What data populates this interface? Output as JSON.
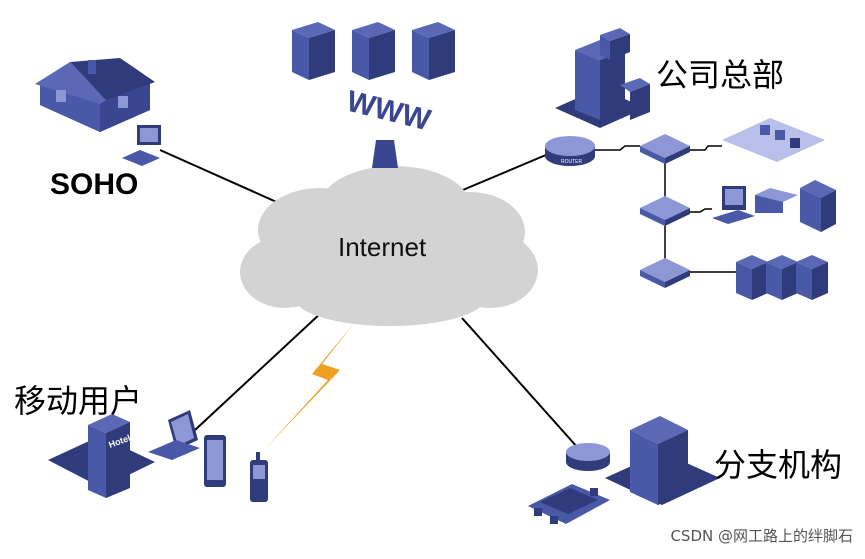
{
  "labels": {
    "soho": "SOHO",
    "internet": "Internet",
    "headquarters": "公司总部",
    "mobile_user": "移动用户",
    "branch": "分支机构",
    "watermark": "CSDN @网工路上的绊脚石",
    "www": "WWW",
    "router": "ROUTER",
    "hotel": "Hotel"
  },
  "colors": {
    "device_dark": "#2f3b7a",
    "device_mid": "#4a58a8",
    "device_light": "#8d97d6",
    "cloud": "#d3d3d3",
    "link": "#000000",
    "wireless": "#f0a020"
  }
}
